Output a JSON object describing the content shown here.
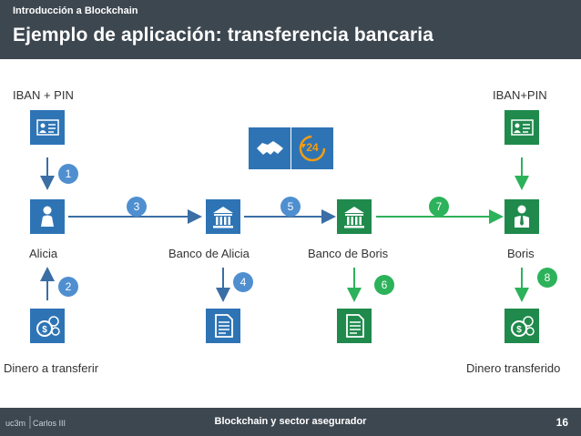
{
  "header": {
    "subtitle": "Introducción a Blockchain",
    "title": "Ejemplo de aplicación: transferencia bancaria"
  },
  "labels": {
    "iban_pin_left": "IBAN + PIN",
    "iban_pin_right": "IBAN+PIN",
    "alicia": "Alicia",
    "banco_alicia": "Banco de Alicia",
    "banco_boris": "Banco de Boris",
    "boris": "Boris",
    "dinero_transferir": "Dinero a transferir",
    "dinero_transferido": "Dinero transferido"
  },
  "steps": [
    "1",
    "2",
    "3",
    "4",
    "5",
    "6",
    "7",
    "8"
  ],
  "handshake_24": "24",
  "footer": {
    "text": "Blockchain y sector asegurador",
    "page": "16",
    "logo_text": "uc3m Carlos III"
  },
  "colors": {
    "blue": "#2e74b5",
    "green": "#1f8a4c",
    "step_blue": "#4f8fd0",
    "step_green": "#2cb25a",
    "arrow": "#3a6ea5",
    "arrow_green": "#2cb25a",
    "clock": "#f39c12",
    "header_bg": "#3d4750"
  },
  "icons": {
    "id_card_left": "id-card-icon",
    "id_card_right": "id-card-icon",
    "alicia": "woman-icon",
    "banco_alicia": "bank-icon",
    "banco_boris": "bank-icon",
    "boris": "man-icon",
    "money_left": "money-bag-icon",
    "money_right": "money-bag-icon",
    "doc_alicia": "document-icon",
    "doc_boris": "document-icon",
    "handshake": "handshake-icon",
    "clock": "clock-24h-icon"
  }
}
